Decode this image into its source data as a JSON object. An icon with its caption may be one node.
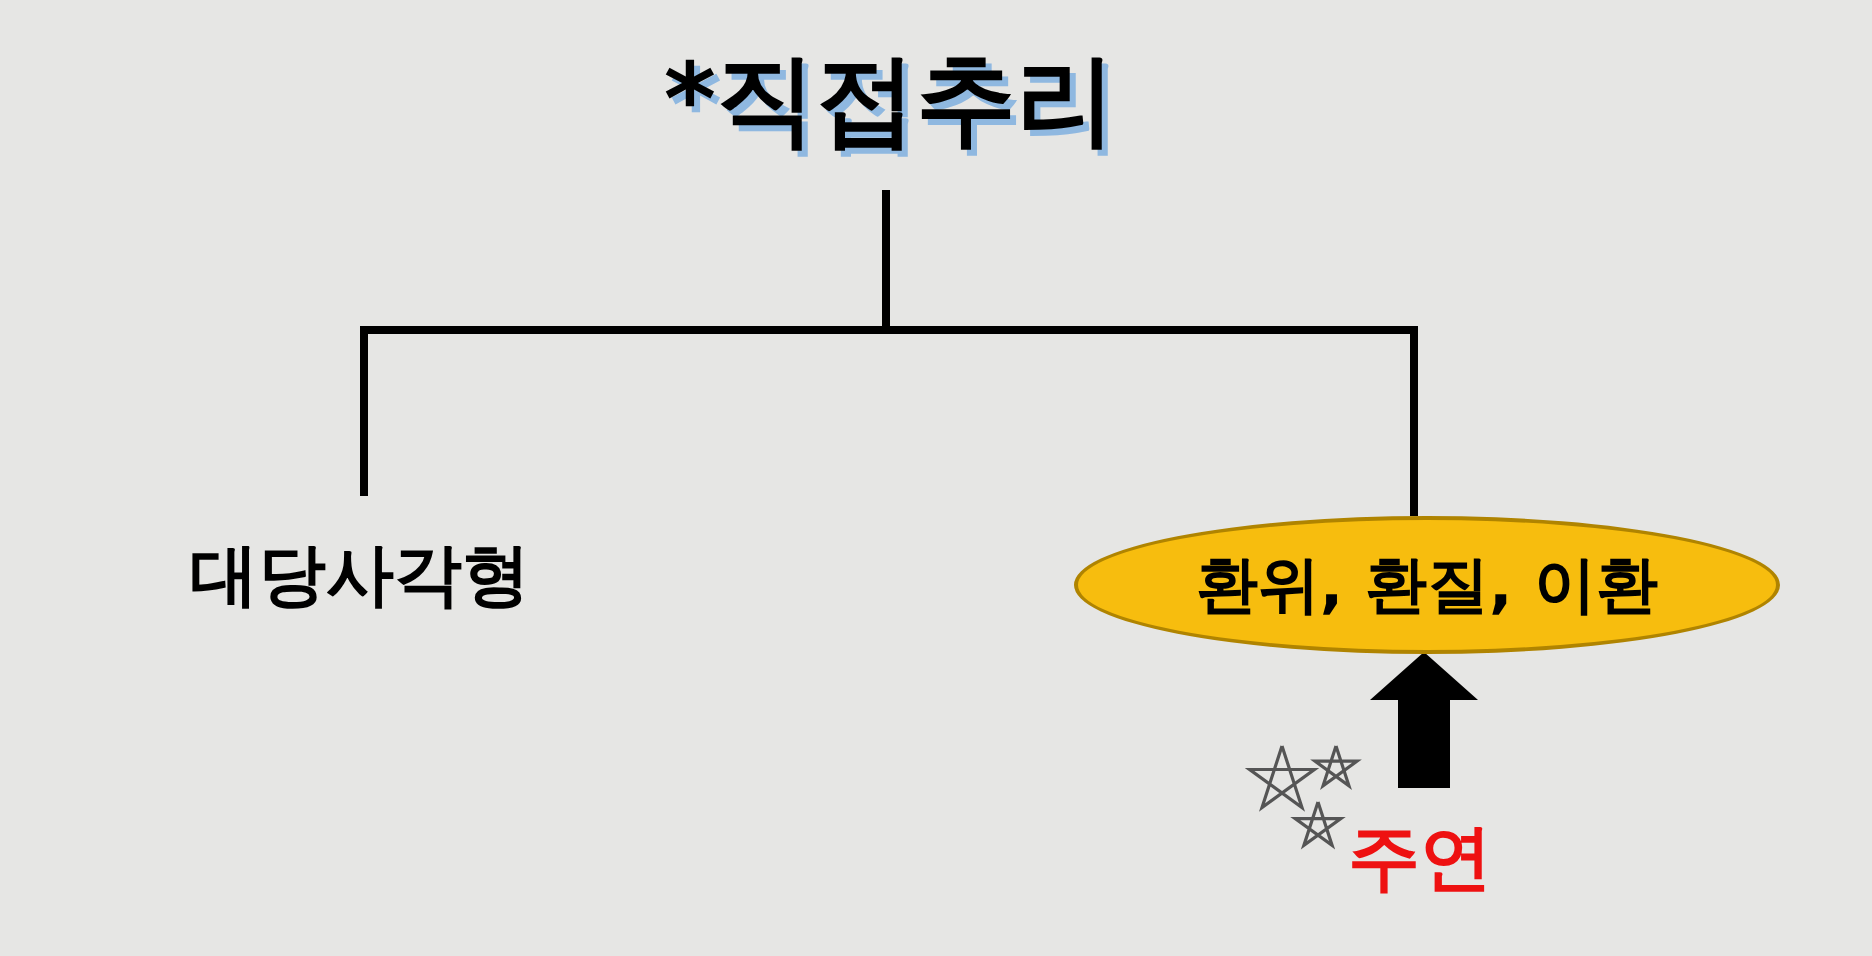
{
  "diagram": {
    "nodes": [
      {
        "text": [
          "*직접추리"
        ]
      },
      {
        "text": [
          "대당사각형"
        ]
      },
      {
        "text": [
          "환위, 환질, 이환"
        ]
      },
      {
        "text": [
          "주연"
        ]
      }
    ],
    "edges": [
      {
        "from": 0,
        "to": 1,
        "arrow": "none"
      },
      {
        "from": 0,
        "to": 2,
        "arrow": "none"
      },
      {
        "from": 3,
        "to": 2,
        "arrow": "to",
        "style": "thick"
      }
    ]
  }
}
